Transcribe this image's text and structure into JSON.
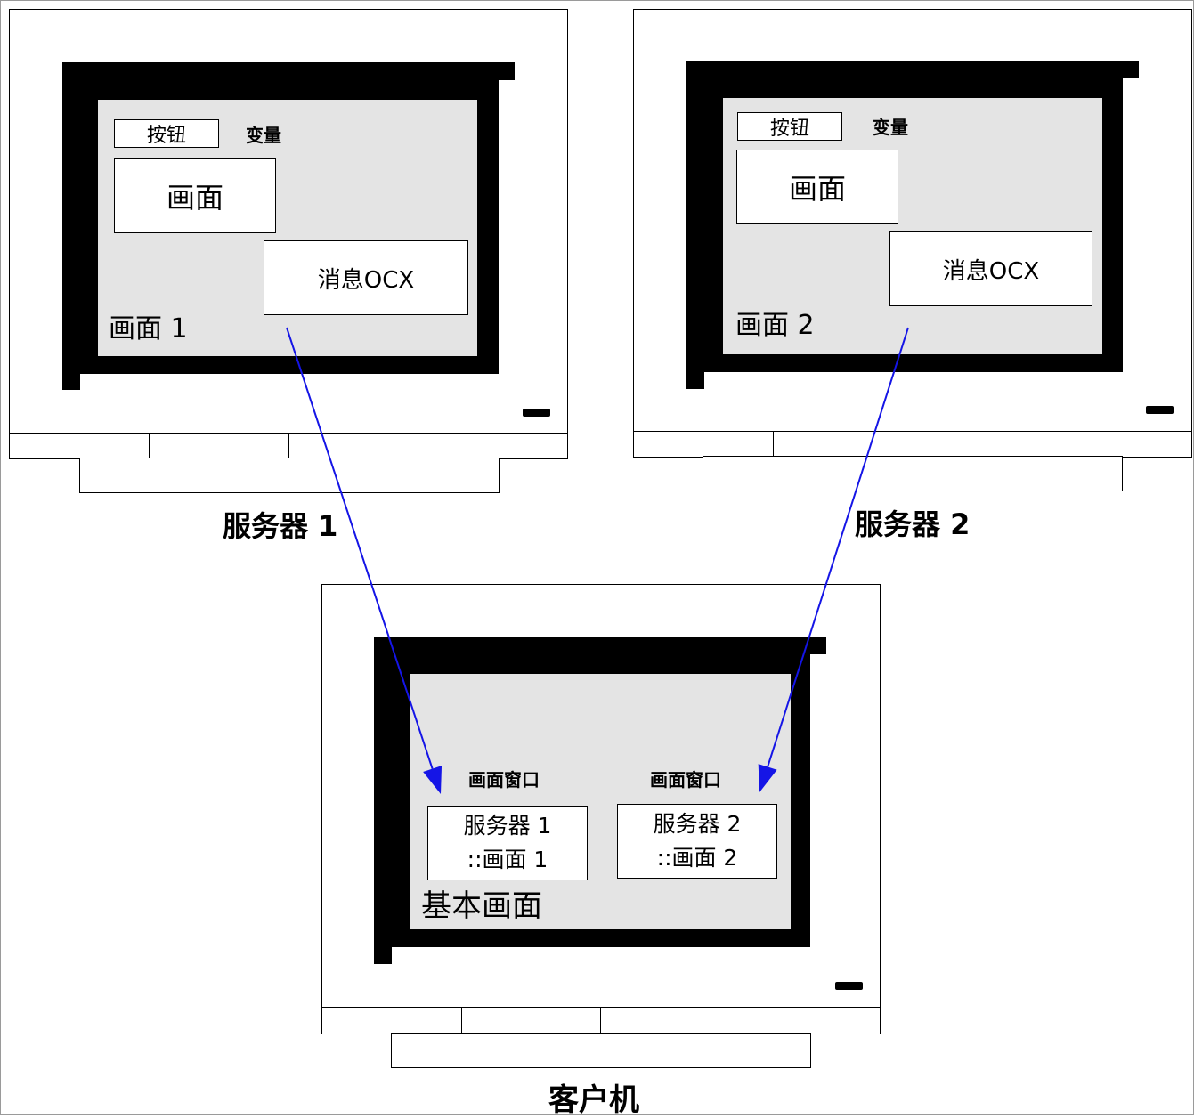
{
  "server1": {
    "caption": "服务器 1",
    "button_label": "按钮",
    "variable_label": "变量",
    "screen_box_label": "画面",
    "message_ocx_label": "消息OCX",
    "screen_name": "画面 1"
  },
  "server2": {
    "caption": "服务器 2",
    "button_label": "按钮",
    "variable_label": "变量",
    "screen_box_label": "画面",
    "message_ocx_label": "消息OCX",
    "screen_name": "画面 2"
  },
  "client": {
    "caption": "客户机",
    "window1_title": "画面窗口",
    "window1_line1": "服务器 1",
    "window1_line2": "::画面 1",
    "window2_title": "画面窗口",
    "window2_line1": "服务器 2",
    "window2_line2": "::画面 2",
    "screen_name": "基本画面"
  },
  "colors": {
    "arrow": "#1515e6",
    "screen": "#e4e4e4",
    "bezel": "#000000"
  }
}
